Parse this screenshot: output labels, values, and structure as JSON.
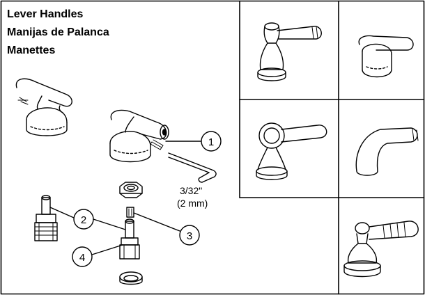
{
  "title": {
    "line1": "Lever Handles",
    "line2": "Manijas de Palanca",
    "line3": "Manettes"
  },
  "callouts": {
    "c1": "1",
    "c2": "2",
    "c3": "3",
    "c4": "4"
  },
  "wrench_size": {
    "inch": "3/32\"",
    "mm": "(2 mm)"
  },
  "palette": {
    "line": "#000000",
    "background": "#ffffff"
  }
}
